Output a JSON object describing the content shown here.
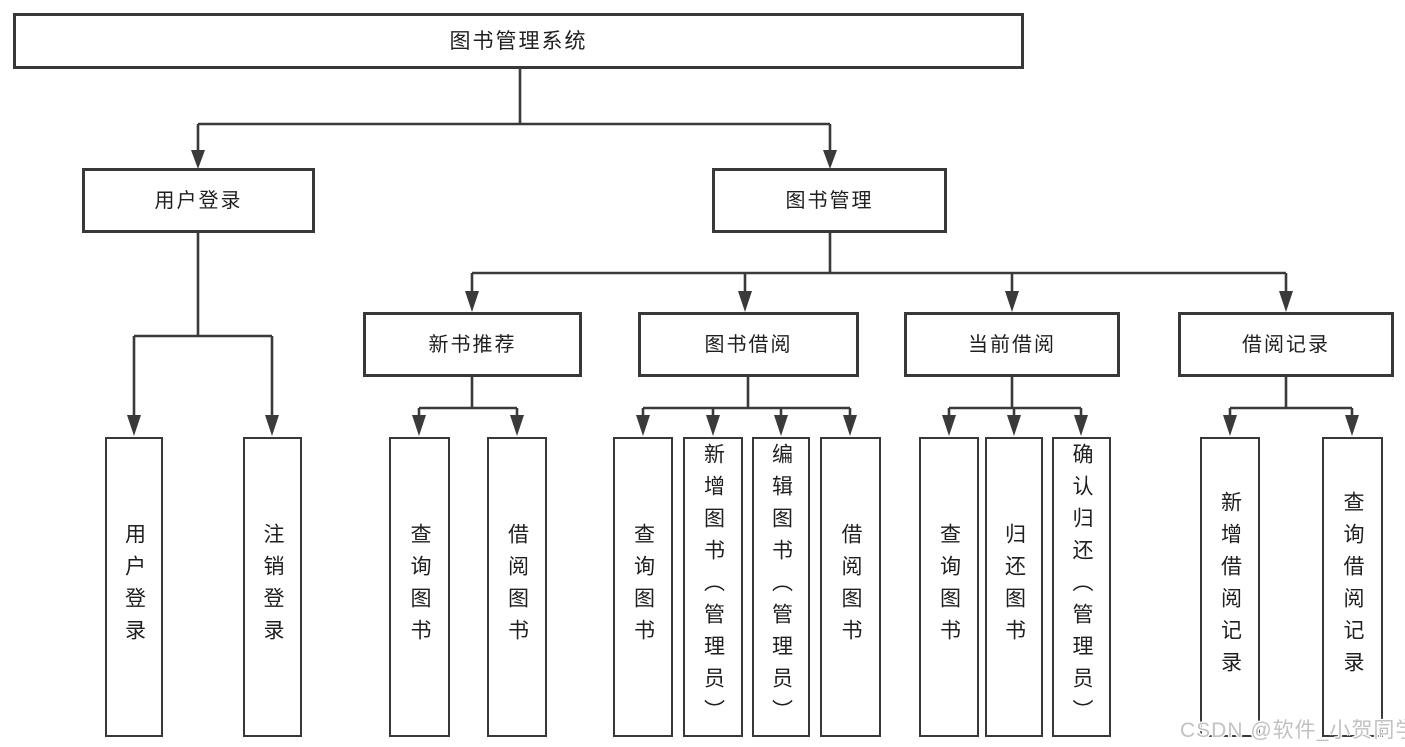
{
  "nodes": {
    "root": "图书管理系统",
    "level2": {
      "user_login": "用户登录",
      "book_management": "图书管理"
    },
    "level3": {
      "new_book_recommend": "新书推荐",
      "book_borrow": "图书借阅",
      "current_borrow": "当前借阅",
      "borrow_records": "借阅记录"
    },
    "leaves": {
      "login": "用户登录",
      "logout": "注销登录",
      "recommend_query_book": "查询图书",
      "recommend_borrow_book": "借阅图书",
      "borrow_query_book": "查询图书",
      "borrow_add_book": "新增图书（管理员）",
      "borrow_edit_book": "编辑图书（管理员）",
      "borrow_borrow_book": "借阅图书",
      "current_query_book": "查询图书",
      "current_return_book": "归还图书",
      "current_confirm_return": "确认归还（管理员）",
      "records_add_record": "新增借阅记录",
      "records_query_record": "查询借阅记录"
    }
  },
  "watermark": {
    "text": "CSDN @软件_小贺同学"
  },
  "colors": {
    "line_and_border": "#3a3a3a",
    "text": "#1f1f1f",
    "watermark_text": "#c2c2c2",
    "background": "#ffffff"
  }
}
